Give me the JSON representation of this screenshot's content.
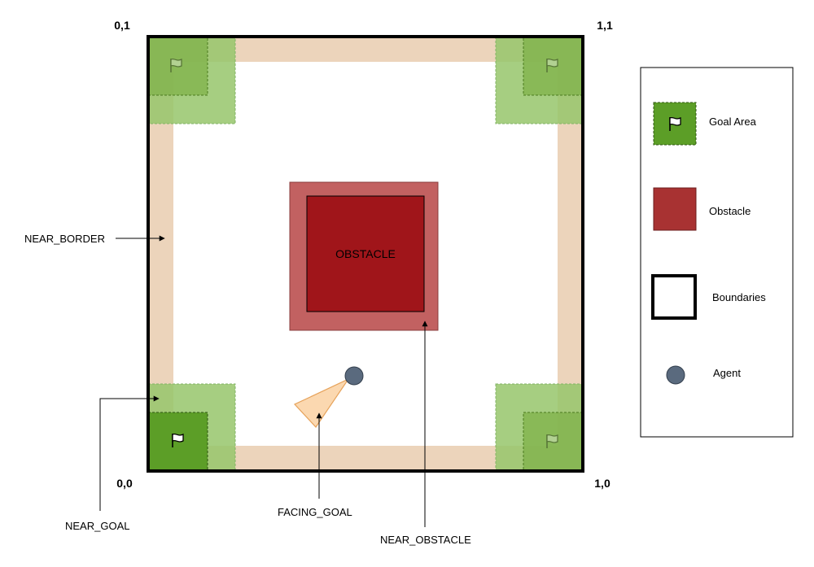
{
  "corners": {
    "top_left": "0,1",
    "top_right": "1,1",
    "bottom_left": "0,0",
    "bottom_right": "1,0"
  },
  "obstacle_label": "OBSTACLE",
  "callouts": {
    "near_border": "NEAR_BORDER",
    "near_goal": "NEAR_GOAL",
    "facing_goal": "FACING_GOAL",
    "near_obstacle": "NEAR_OBSTACLE"
  },
  "legend": {
    "goal_area": "Goal Area",
    "obstacle": "Obstacle",
    "boundaries": "Boundaries",
    "agent": "Agent"
  },
  "colors": {
    "border_zone": "#ecd4bb",
    "goal_zone": "#97c66b",
    "goal_zone_stroke": "#82b366",
    "goal_area": "#5c9e27",
    "goal_area_faded": "#7fb24a",
    "obstacle_core": "#a0151a",
    "obstacle_zone": "#c26161",
    "agent": "#5a6a7e",
    "fov": "#fbd8b0",
    "fov_stroke": "#e6a25a",
    "legend_obstacle": "#a83232"
  },
  "icons": {
    "goal_marker": "flag-icon",
    "agent_marker": "circle-icon"
  }
}
